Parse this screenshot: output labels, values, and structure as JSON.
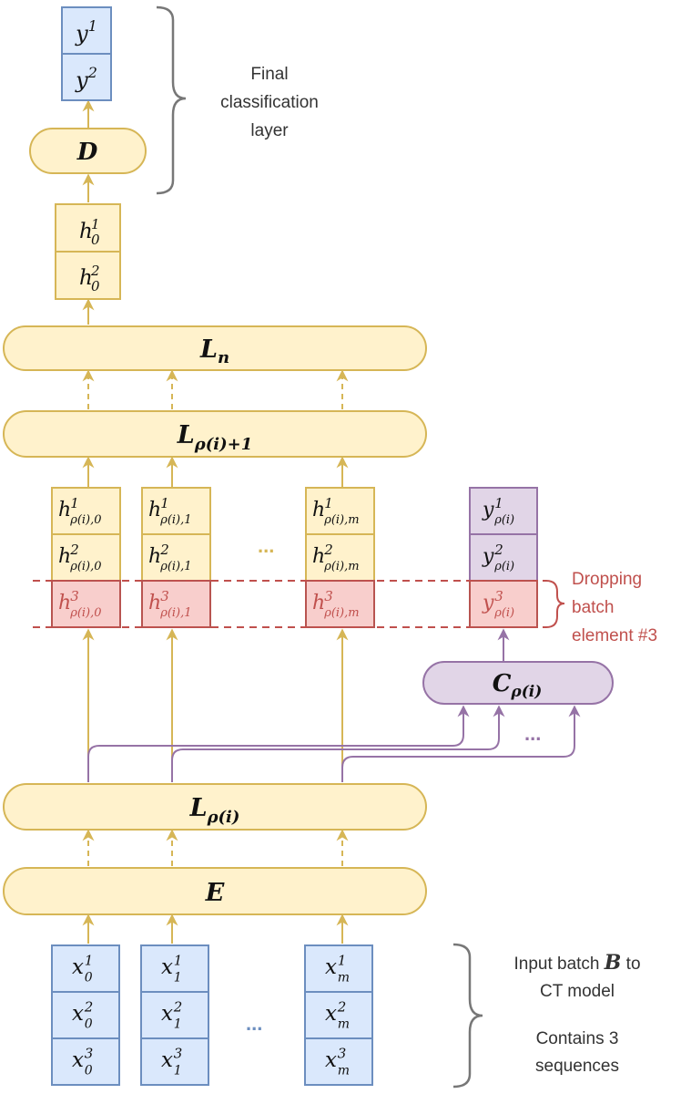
{
  "colors": {
    "yellow_fill": "#fff2cc",
    "yellow_stroke": "#d6b656",
    "blue_fill": "#dae8fc",
    "blue_stroke": "#6c8ebf",
    "purple_fill": "#e1d5e7",
    "purple_stroke": "#9673a6",
    "red_fill": "#f8cecc",
    "red_stroke": "#b85450",
    "annotation_red": "#c0504d",
    "brace_gray": "#777777",
    "text": "#333333"
  },
  "outputs": {
    "y1": {
      "base": "y",
      "sup": "1"
    },
    "y2": {
      "base": "y",
      "sup": "2"
    }
  },
  "layers": {
    "D": {
      "base": "D",
      "sub": ""
    },
    "Ln": {
      "base": "L",
      "sub": "n"
    },
    "Lrho1": {
      "base": "L",
      "sub": "ρ(i)+1"
    },
    "Lrho": {
      "base": "L",
      "sub": "ρ(i)"
    },
    "E": {
      "base": "E",
      "sub": ""
    },
    "C": {
      "base": "C",
      "sub": "ρ(i)"
    }
  },
  "h0": [
    {
      "base": "h",
      "sup": "1",
      "sub": "0"
    },
    {
      "base": "h",
      "sup": "2",
      "sub": "0"
    }
  ],
  "hidden_cols": [
    [
      {
        "base": "h",
        "sup": "1",
        "sub": "ρ(i),0"
      },
      {
        "base": "h",
        "sup": "2",
        "sub": "ρ(i),0"
      },
      {
        "base": "h",
        "sup": "3",
        "sub": "ρ(i),0"
      }
    ],
    [
      {
        "base": "h",
        "sup": "1",
        "sub": "ρ(i),1"
      },
      {
        "base": "h",
        "sup": "2",
        "sub": "ρ(i),1"
      },
      {
        "base": "h",
        "sup": "3",
        "sub": "ρ(i),1"
      }
    ],
    [
      {
        "base": "h",
        "sup": "1",
        "sub": "ρ(i),m"
      },
      {
        "base": "h",
        "sup": "2",
        "sub": "ρ(i),m"
      },
      {
        "base": "h",
        "sup": "3",
        "sub": "ρ(i),m"
      }
    ]
  ],
  "aux_outputs": [
    {
      "base": "y",
      "sup": "1",
      "sub": "ρ(i)"
    },
    {
      "base": "y",
      "sup": "2",
      "sub": "ρ(i)"
    },
    {
      "base": "y",
      "sup": "3",
      "sub": "ρ(i)"
    }
  ],
  "input_cols": [
    [
      {
        "base": "x",
        "sup": "1",
        "sub": "0"
      },
      {
        "base": "x",
        "sup": "2",
        "sub": "0"
      },
      {
        "base": "x",
        "sup": "3",
        "sub": "0"
      }
    ],
    [
      {
        "base": "x",
        "sup": "1",
        "sub": "1"
      },
      {
        "base": "x",
        "sup": "2",
        "sub": "1"
      },
      {
        "base": "x",
        "sup": "3",
        "sub": "1"
      }
    ],
    [
      {
        "base": "x",
        "sup": "1",
        "sub": "m"
      },
      {
        "base": "x",
        "sup": "2",
        "sub": "m"
      },
      {
        "base": "x",
        "sup": "3",
        "sub": "m"
      }
    ]
  ],
  "ellipsis": "...",
  "annotations": {
    "final_layer": [
      "Final",
      "classification",
      "layer"
    ],
    "dropping": [
      "Dropping",
      "batch",
      "element #3"
    ],
    "input_batch_prefix": "Input batch ",
    "input_batch_var": "B",
    "input_batch_suffix": " to",
    "input_batch_line2": "CT model",
    "contains": [
      "Contains 3",
      "sequences"
    ]
  }
}
